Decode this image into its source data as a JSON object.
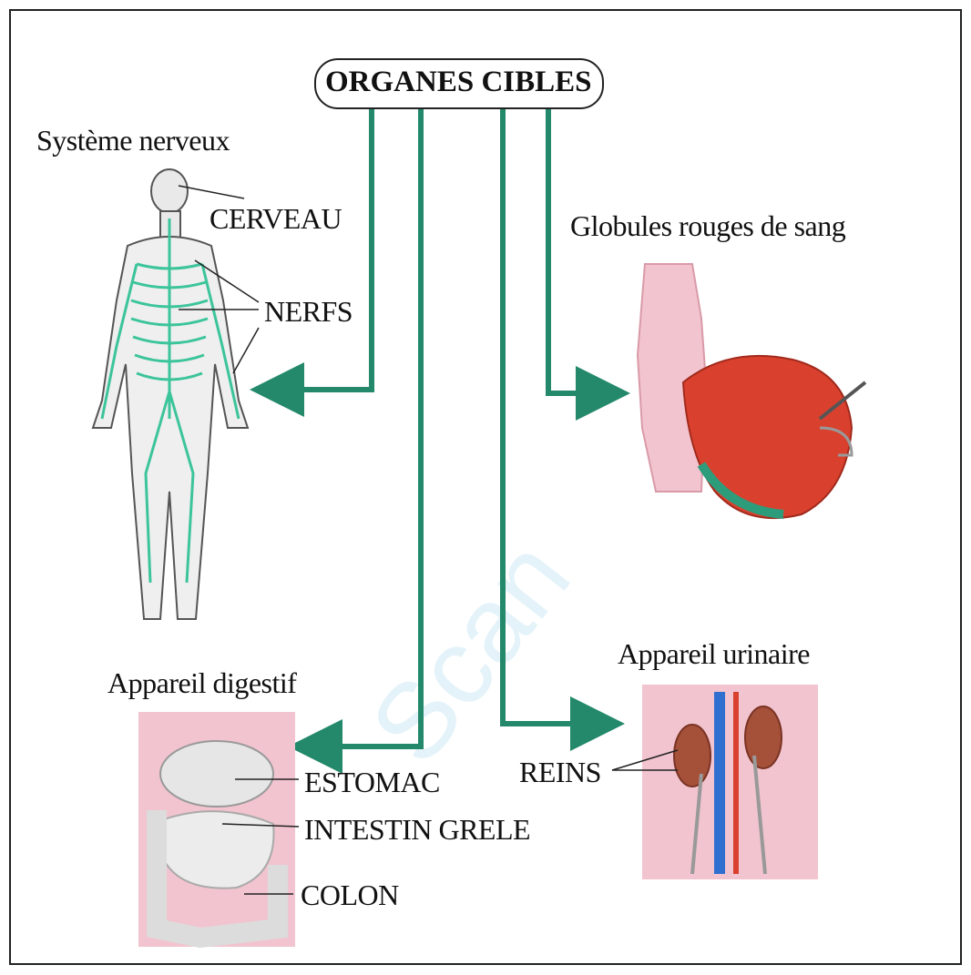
{
  "title": "ORGANES CIBLES",
  "sections": {
    "nerveux": {
      "heading": "Système nerveux",
      "labels": [
        "CERVEAU",
        "NERFS"
      ]
    },
    "sang": {
      "heading": "Globules rouges de sang"
    },
    "digestif": {
      "heading": "Appareil digestif",
      "labels": [
        "ESTOMAC",
        "INTESTIN GRELE",
        "COLON"
      ]
    },
    "urinaire": {
      "heading": "Appareil urinaire",
      "labels": [
        "REINS"
      ]
    }
  },
  "colors": {
    "arrow": "#23896a",
    "nerve": "#3cc49a",
    "tissue": "#f2c4cf",
    "blood": "#d9412e",
    "vein": "#2f6fd0"
  },
  "watermark": "Scan"
}
